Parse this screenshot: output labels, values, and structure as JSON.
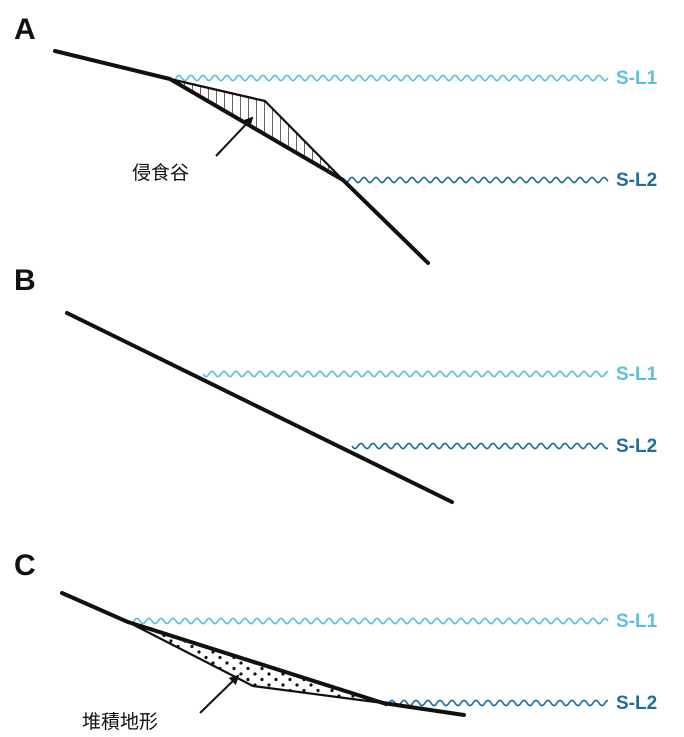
{
  "panels": [
    {
      "letter": "A",
      "callout": "侵食谷"
    },
    {
      "letter": "B",
      "callout": ""
    },
    {
      "letter": "C",
      "callout": "堆積地形"
    }
  ],
  "sea_levels": {
    "upper": {
      "label": "S-L1",
      "color": "#5BC0DE"
    },
    "lower": {
      "label": "S-L2",
      "color": "#1F6E99"
    }
  },
  "colors": {
    "line": "#111111"
  }
}
